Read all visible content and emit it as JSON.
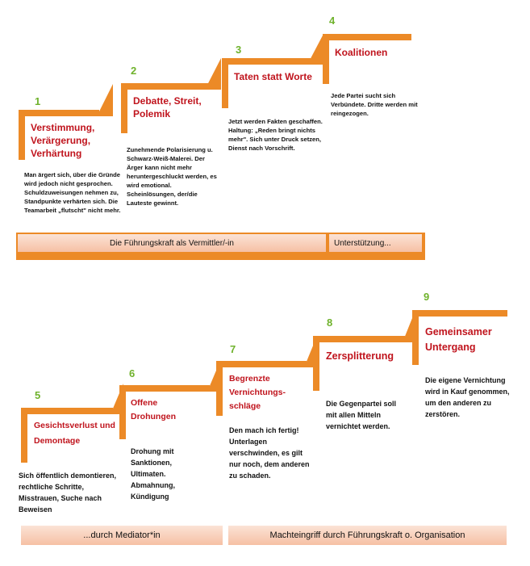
{
  "top": {
    "steps": [
      {
        "number": "1",
        "title": "Verstimmung, Verärgerung, Verhärtung",
        "text": "Man ärgert sich, über die Gründe wird jedoch nicht gesprochen. Schuldzuweisungen nehmen zu, Standpunkte verhärten sich. Die Teamarbeit „flutscht\" nicht mehr."
      },
      {
        "number": "2",
        "title": "Debatte, Streit, Polemik",
        "text": "Zunehmende Polarisierung u. Schwarz-Weiß-Malerei. Der Ärger kann nicht mehr heruntergeschluckt werden, es wird emotional. Scheinlösungen, der/die Lauteste gewinnt."
      },
      {
        "number": "3",
        "title": "Taten statt Worte",
        "text": "Jetzt werden Fakten geschaffen. Haltung: „Reden bringt nichts mehr\". Sich unter Druck setzen, Dienst nach Vorschrift."
      },
      {
        "number": "4",
        "title": "Koalitionen",
        "text": "Jede Partei sucht sich Verbündete. Dritte werden mit reingezogen."
      }
    ],
    "band_left": "Die Führungskraft als Vermittler/-in",
    "band_right": "Unterstützung..."
  },
  "bottom": {
    "steps": [
      {
        "number": "5",
        "title": "Gesichtsverlust und Demontage",
        "text": "Sich öffentlich demontieren, rechtliche Schritte, Misstrauen, Suche nach Beweisen"
      },
      {
        "number": "6",
        "title": "Offene Drohungen",
        "text": "Drohung mit Sanktionen, Ultimaten. Abmahnung, Kündigung"
      },
      {
        "number": "7",
        "title": "Begrenzte Vernichtungs-schläge",
        "text": "Den mach ich fertig! Unterlagen verschwinden, es gilt nur noch, dem anderen zu schaden."
      },
      {
        "number": "8",
        "title": "Zersplitterung",
        "text": "Die Gegenpartei soll mit allen Mitteln vernichtet werden."
      },
      {
        "number": "9",
        "title": "Gemeinsamer Untergang",
        "text": "Die eigene Vernichtung wird in Kauf genommen, um den anderen zu zerstören."
      }
    ],
    "band_left": "...durch Mediator*in",
    "band_right": "Machteingriff durch Führungskraft o. Organisation"
  },
  "colors": {
    "orange": "#ec8a27",
    "red_title": "#c0141d",
    "green_number": "#6fb22c",
    "band_light": "#fbe3d6",
    "band_dark": "#f6c0a4"
  }
}
